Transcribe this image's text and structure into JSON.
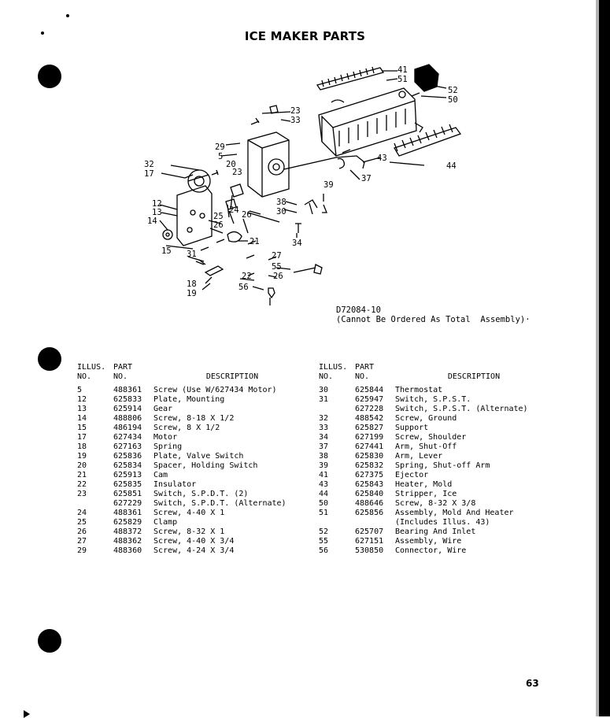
{
  "title": "ICE MAKER PARTS",
  "diagram": {
    "callouts": [
      "41",
      "51",
      "52",
      "50",
      "23",
      "33",
      "29",
      "5",
      "32",
      "17",
      "20",
      "23",
      "43",
      "44",
      "37",
      "39",
      "12",
      "13",
      "14",
      "24",
      "25",
      "26",
      "26",
      "38",
      "30",
      "21",
      "15",
      "31",
      "34",
      "27",
      "55",
      "26",
      "22",
      "18",
      "19",
      "56"
    ],
    "drawing_no": "D72084-10",
    "note": "(Cannot Be Ordered As Total  Assembly)·"
  },
  "table_headers": {
    "illus_1": "ILLUS.",
    "illus_2": "NO.",
    "part_1": "PART",
    "part_2": "NO.",
    "description": "DESCRIPTION"
  },
  "parts_left": [
    {
      "illus": "5",
      "part": "488361",
      "desc": "Screw (Use W/627434 Motor)"
    },
    {
      "illus": "12",
      "part": "625833",
      "desc": "Plate, Mounting"
    },
    {
      "illus": "13",
      "part": "625914",
      "desc": "Gear"
    },
    {
      "illus": "14",
      "part": "488806",
      "desc": "Screw, 8-18 X 1/2"
    },
    {
      "illus": "15",
      "part": "486194",
      "desc": "Screw, 8 X 1/2"
    },
    {
      "illus": "17",
      "part": "627434",
      "desc": "Motor"
    },
    {
      "illus": "18",
      "part": "627163",
      "desc": "Spring"
    },
    {
      "illus": "19",
      "part": "625836",
      "desc": "Plate, Valve Switch"
    },
    {
      "illus": "20",
      "part": "625834",
      "desc": "Spacer, Holding Switch"
    },
    {
      "illus": "21",
      "part": "625913",
      "desc": "Cam"
    },
    {
      "illus": "22",
      "part": "625835",
      "desc": "Insulator"
    },
    {
      "illus": "23",
      "part": "625851",
      "desc": "Switch, S.P.D.T. (2)"
    },
    {
      "illus": "",
      "part": "627229",
      "desc": "Switch, S.P.D.T. (Alternate)"
    },
    {
      "illus": "24",
      "part": "488361",
      "desc": "Screw, 4-40 X 1"
    },
    {
      "illus": "25",
      "part": "625829",
      "desc": "Clamp"
    },
    {
      "illus": "26",
      "part": "488372",
      "desc": "Screw, 8-32 X 1"
    },
    {
      "illus": "27",
      "part": "488362",
      "desc": "Screw, 4-40 X 3/4"
    },
    {
      "illus": "29",
      "part": "488360",
      "desc": "Screw, 4-24 X 3/4"
    }
  ],
  "parts_right": [
    {
      "illus": "30",
      "part": "625844",
      "desc": "Thermostat"
    },
    {
      "illus": "31",
      "part": "625947",
      "desc": "Switch, S.P.S.T."
    },
    {
      "illus": "",
      "part": "627228",
      "desc": "Switch, S.P.S.T. (Alternate)"
    },
    {
      "illus": "32",
      "part": "488542",
      "desc": "Screw, Ground"
    },
    {
      "illus": "33",
      "part": "625827",
      "desc": "Support"
    },
    {
      "illus": "34",
      "part": "627199",
      "desc": "Screw, Shoulder"
    },
    {
      "illus": "37",
      "part": "627441",
      "desc": "Arm, Shut-Off"
    },
    {
      "illus": "38",
      "part": "625830",
      "desc": "Arm, Lever"
    },
    {
      "illus": "39",
      "part": "625832",
      "desc": "Spring, Shut-off Arm"
    },
    {
      "illus": "41",
      "part": "627375",
      "desc": "Ejector"
    },
    {
      "illus": "43",
      "part": "625843",
      "desc": "Heater, Mold"
    },
    {
      "illus": "44",
      "part": "625840",
      "desc": "Stripper, Ice"
    },
    {
      "illus": "50",
      "part": "488646",
      "desc": "Screw, 8-32 X 3/8"
    },
    {
      "illus": "51",
      "part": "625856",
      "desc": "Assembly, Mold And Heater"
    },
    {
      "illus": "",
      "part": "",
      "desc": "(Includes Illus. 43)"
    },
    {
      "illus": "52",
      "part": "625707",
      "desc": "Bearing And Inlet"
    },
    {
      "illus": "55",
      "part": "627151",
      "desc": "Assembly, Wire"
    },
    {
      "illus": "56",
      "part": "530850",
      "desc": "Connector, Wire"
    }
  ],
  "page_number": "63"
}
